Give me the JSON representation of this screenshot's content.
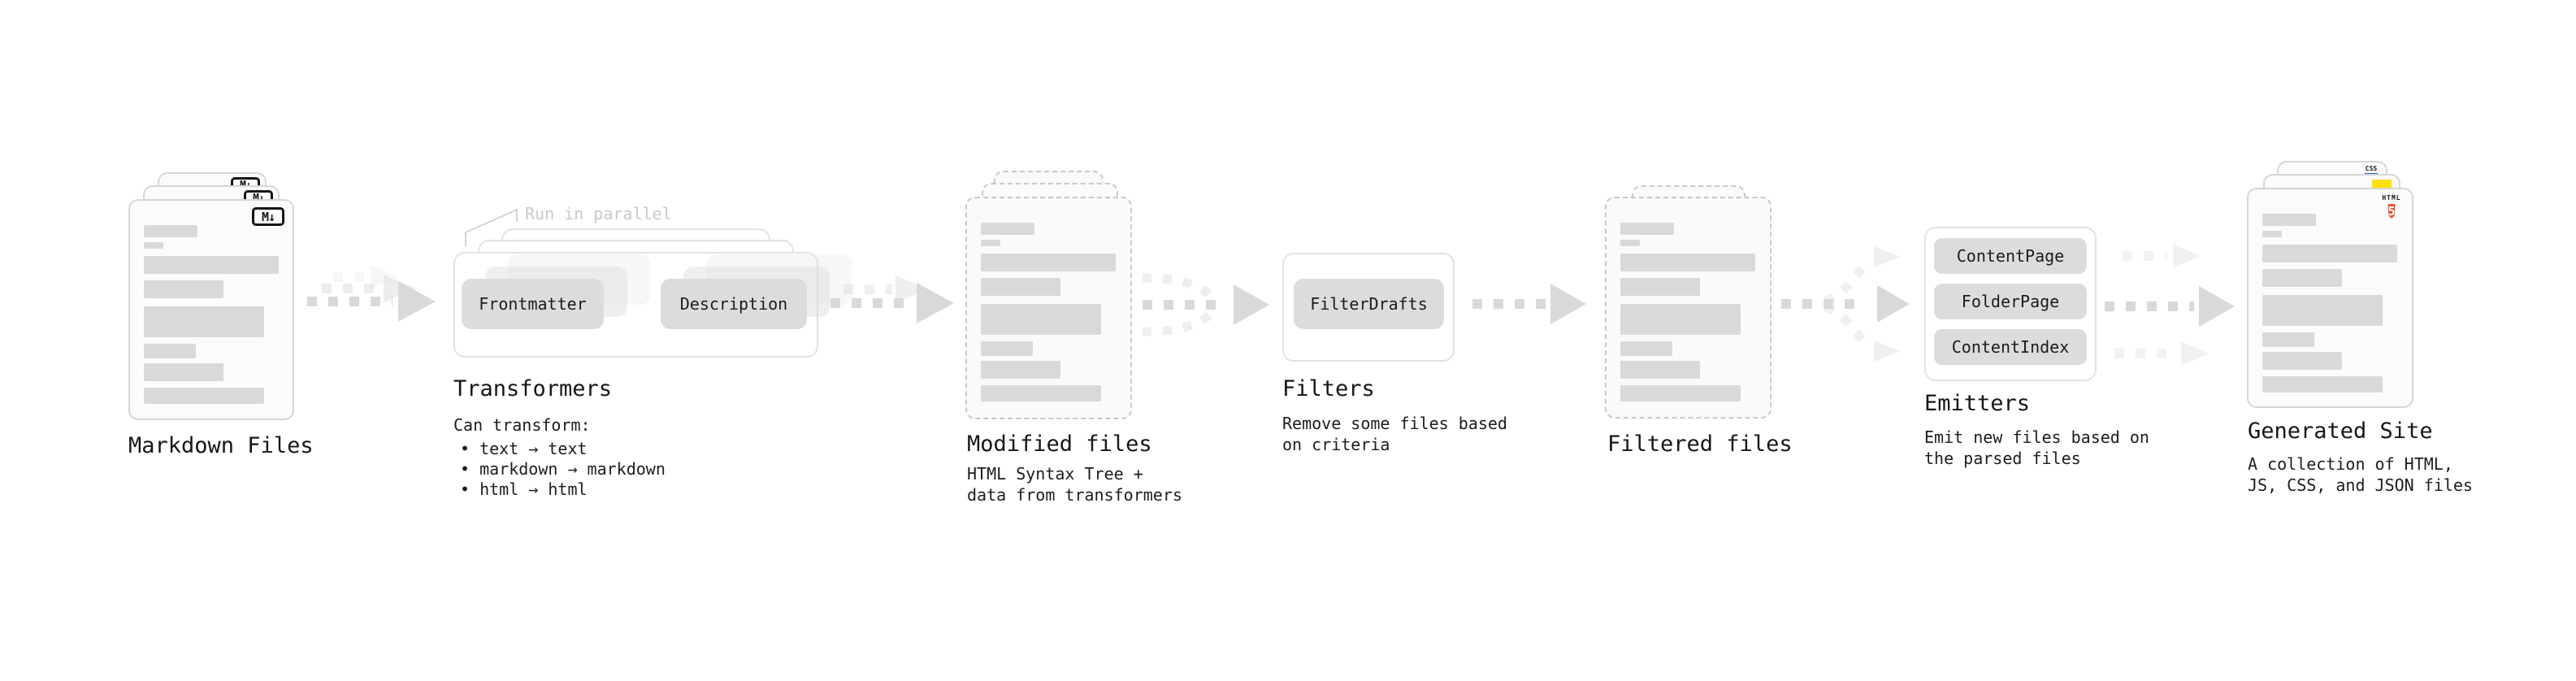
{
  "colors": {
    "background": "#ffffff",
    "doc_border": "#d6d6d6",
    "dashed_border": "#c9c9c9",
    "placeholder_bar": "#d9d9d9",
    "box_bg": "#dcdcdc",
    "arrow": "#d9d9d9",
    "annotation_gray": "#c9c9c9",
    "text": "#1a1a1a",
    "html5_orange": "#e8542f",
    "js_yellow": "#ffe000",
    "css_blue": "#2760e6"
  },
  "annotation": {
    "run_in_parallel": "Run in parallel"
  },
  "stages": {
    "markdown": {
      "label": "Markdown Files",
      "badge": "M↓"
    },
    "transformers": {
      "title": "Transformers",
      "box_left": "Frontmatter",
      "box_right": "Description",
      "desc_heading": "Can transform:",
      "bullets": [
        "• text → text",
        "• markdown → markdown",
        "• html → html"
      ]
    },
    "modified": {
      "title": "Modified files",
      "desc": "HTML Syntax Tree +\ndata from transformers"
    },
    "filters": {
      "title": "Filters",
      "box": "FilterDrafts",
      "desc": "Remove some files based\non criteria"
    },
    "filtered": {
      "title": "Filtered files"
    },
    "emitters": {
      "title": "Emitters",
      "boxes": [
        "ContentPage",
        "FolderPage",
        "ContentIndex"
      ],
      "desc": "Emit new files based on\nthe parsed files"
    },
    "generated": {
      "title": "Generated Site",
      "desc": "A collection of HTML,\nJS, CSS, and JSON files",
      "badge_css": "CSS",
      "badge_html_label": "HTML",
      "badge_html_number": "5"
    }
  }
}
